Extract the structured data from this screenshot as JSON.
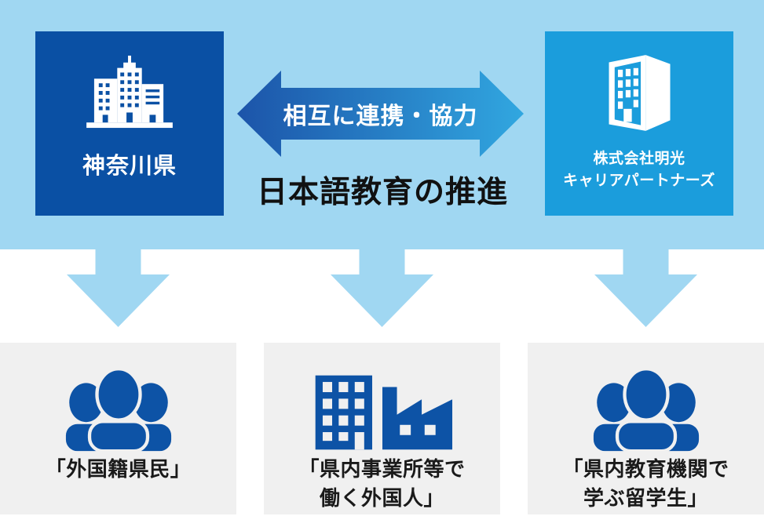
{
  "colors": {
    "page_bg": "#FFFFFF",
    "band_bg": "#A0D7F2",
    "left_box_bg": "#0A50A4",
    "right_box_bg": "#1B9DDC",
    "arrow_gradient_start": "#1C54A9",
    "arrow_gradient_end": "#31A7E0",
    "down_arrow": "#A0D7F2",
    "gray_box_bg": "#F0F0F0",
    "icon_blue": "#0D53A6",
    "headline_text": "#111111",
    "label_text": "#1A1A1A",
    "text_white": "#FFFFFF"
  },
  "top": {
    "left_org": {
      "label": "神奈川県",
      "icon": "government-building-icon"
    },
    "right_org": {
      "label_line1": "株式会社明光",
      "label_line2": "キャリアパートナーズ",
      "icon": "office-building-3d-icon"
    },
    "arrow_label": "相互に連携・協力",
    "arrow_icon": "double-headed-arrow-icon",
    "headline": "日本語教育の推進"
  },
  "targets": [
    {
      "label_line1": "「外国籍県民」",
      "label_line2": "",
      "icon": "people-group-icon"
    },
    {
      "label_line1": "「県内事業所等で",
      "label_line2": "働く外国人」",
      "icon": "building-factory-icon"
    },
    {
      "label_line1": "「県内教育機関で",
      "label_line2": "学ぶ留学生」",
      "icon": "people-group-icon"
    }
  ]
}
